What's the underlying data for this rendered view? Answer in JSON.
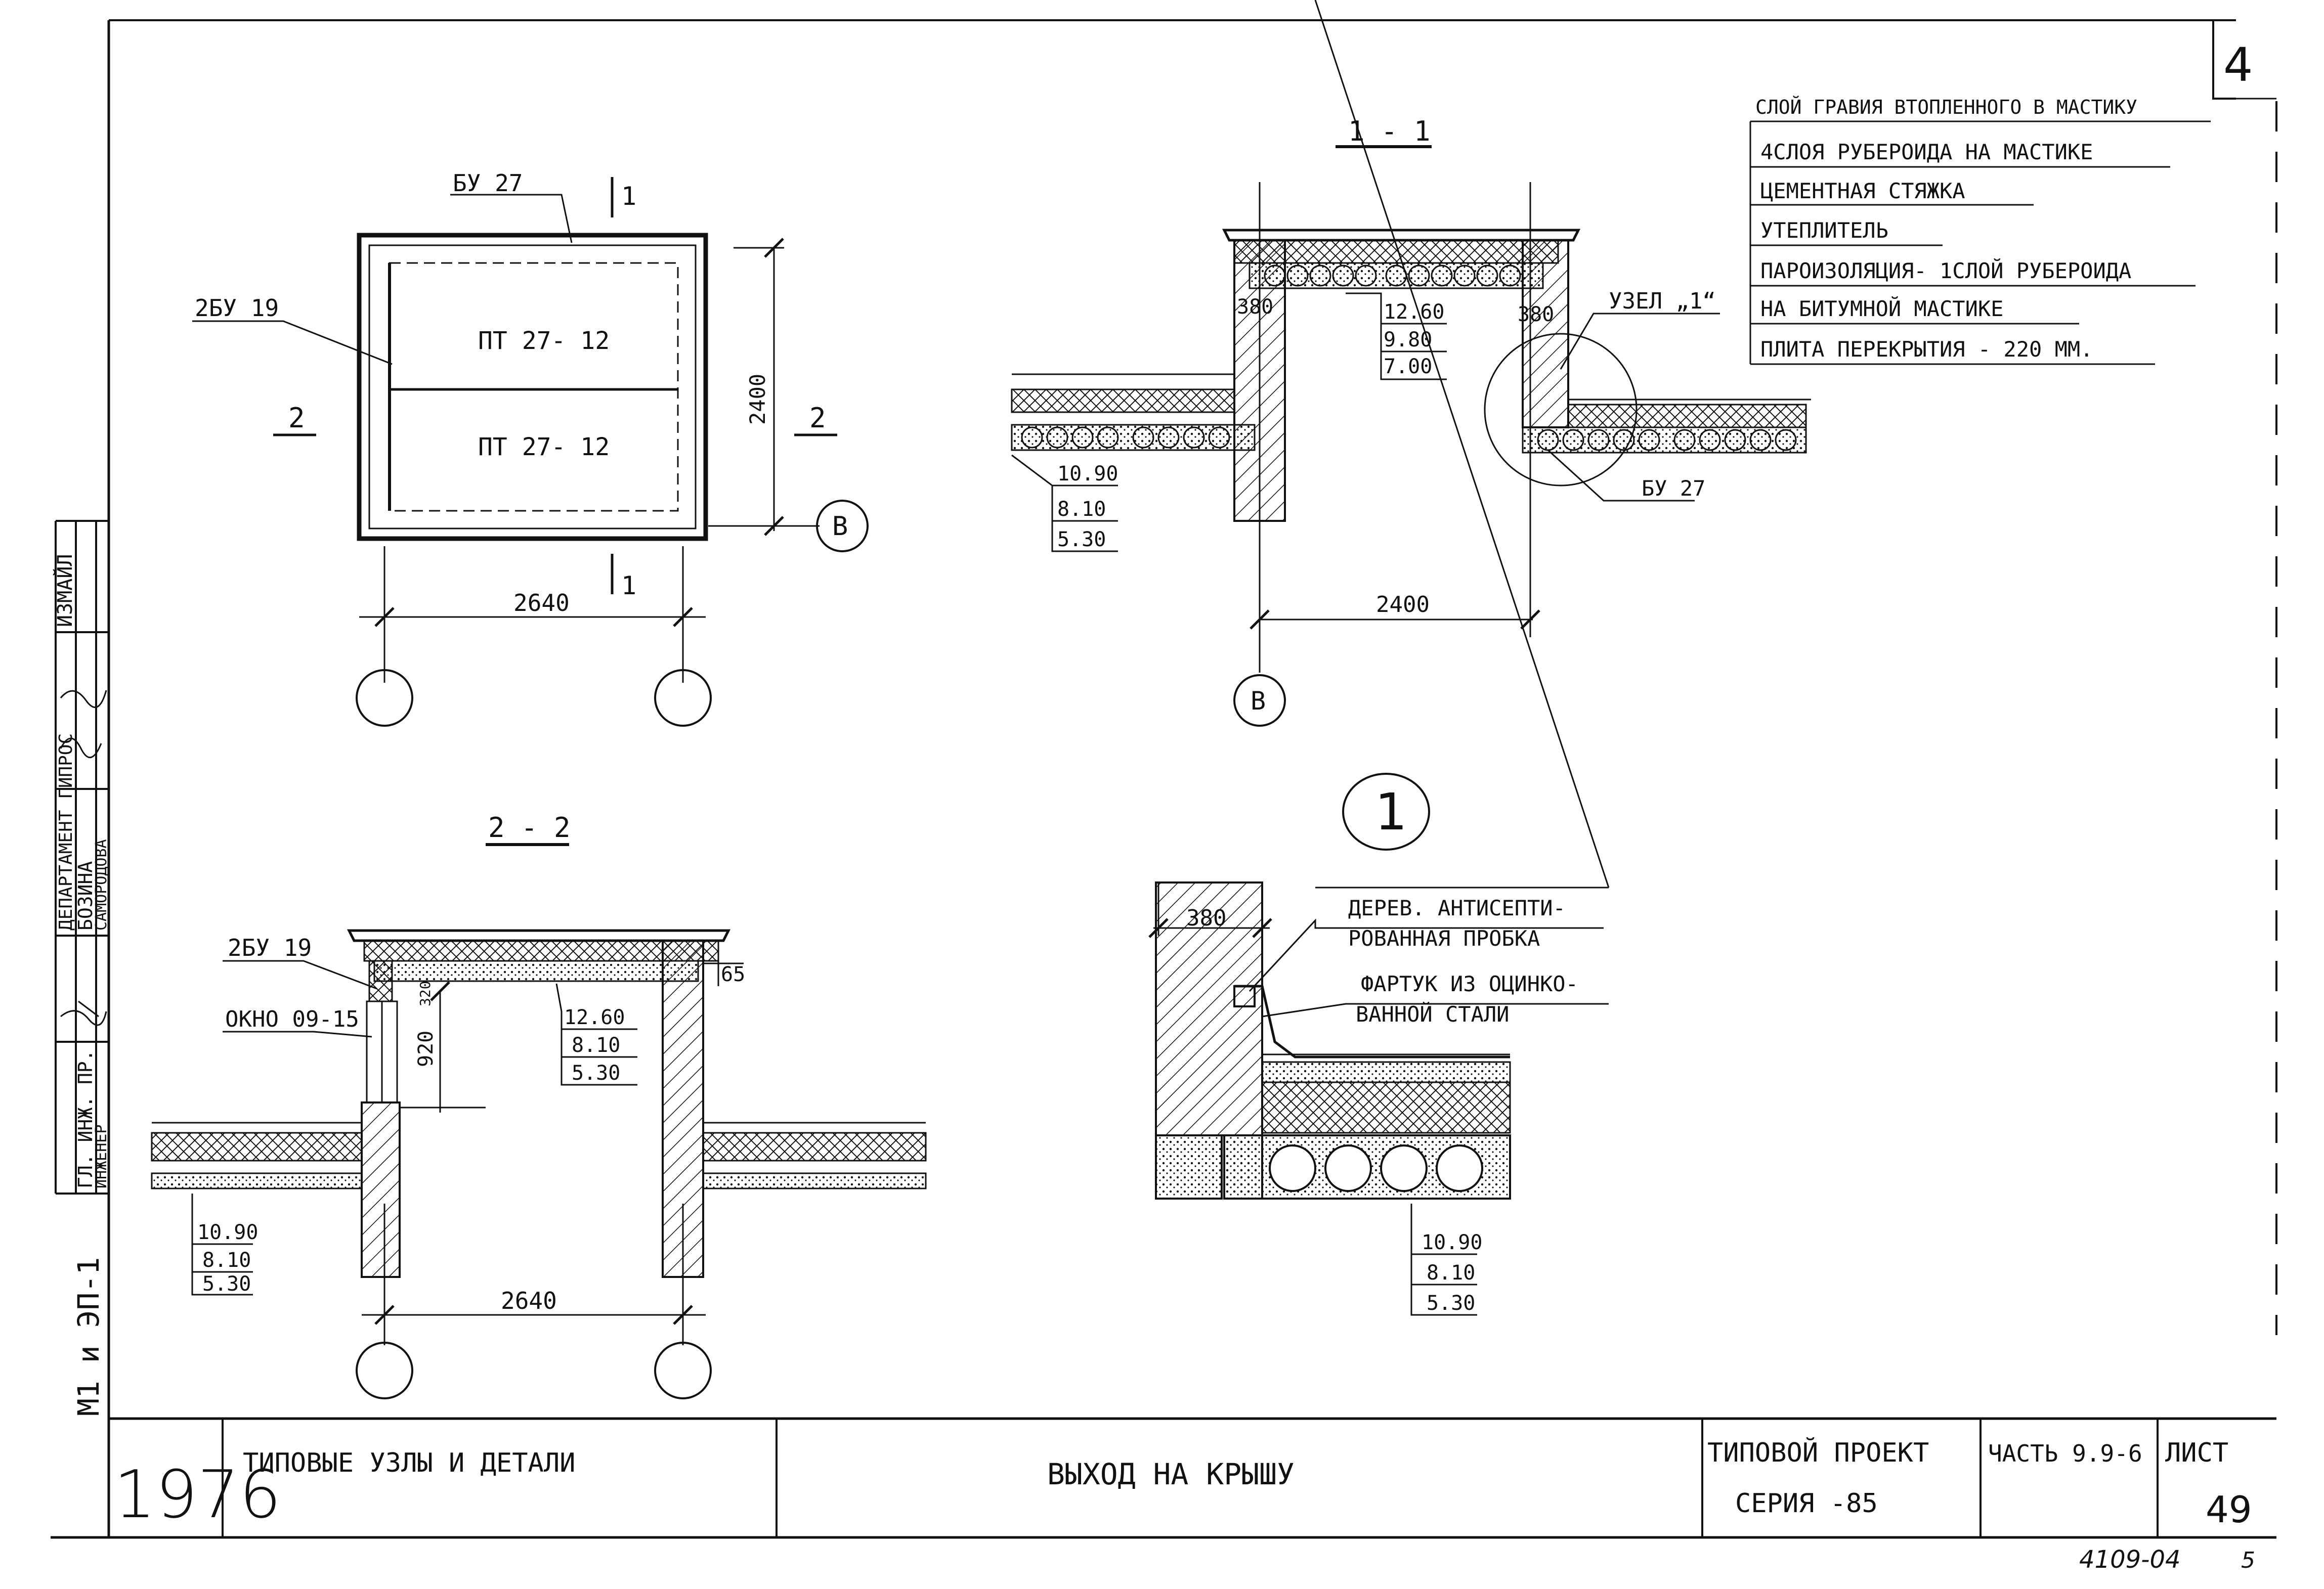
{
  "sheet_number_top": "4",
  "plan": {
    "beam_top": "БУ 27",
    "beam_left": "2БУ 19",
    "slab_1": "ПТ 27- 12",
    "slab_2": "ПТ 27- 12",
    "section_mark_1": "1",
    "section_mark_2": "2",
    "dim_height": "2400",
    "dim_width": "2640",
    "axis_b": "В"
  },
  "section_1_1": {
    "title": "1 - 1",
    "wall_left": "380",
    "wall_right": "380",
    "levels_top": [
      "12.60",
      "9.80",
      "7.00"
    ],
    "levels_bottom": [
      "10.90",
      "8.10",
      "5.30"
    ],
    "node_label": "УЗЕЛ „1“",
    "beam": "БУ 27",
    "dim_width": "2400",
    "axis_b": "В"
  },
  "layers": [
    "СЛОЙ ГРАВИЯ ВТОПЛЕННОГО В МАСТИКУ",
    "4СЛОЯ РУБЕРОИДА НА МАСТИКЕ",
    "ЦЕМЕНТНАЯ СТЯЖКА",
    "УТЕПЛИТЕЛЬ",
    "ПАРОИЗОЛЯЦИЯ- 1СЛОЙ РУБЕРОИДА",
    "НА БИТУМНОЙ МАСТИКЕ",
    "ПЛИТА ПЕРЕКРЫТИЯ - 220 ММ."
  ],
  "section_2_2": {
    "title": "2 - 2",
    "beam": "2БУ 19",
    "window": "ОКНО 09-15",
    "dim_320": "320",
    "dim_920": "920",
    "dim_65": "65",
    "levels_top": [
      "12.60",
      "8.10",
      "5.30"
    ],
    "levels_bottom": [
      "10.90",
      "8.10",
      "5.30"
    ],
    "dim_width": "2640"
  },
  "node_1": {
    "number": "1",
    "wall": "380",
    "note1_line1": "ДЕРЕВ. АНТИСЕПТИ-",
    "note1_line2": "РОВАННАЯ ПРОБКА",
    "note2_line1": "ФАРТУК ИЗ ОЦИНКО-",
    "note2_line2": "ВАННОЙ СТАЛИ",
    "levels": [
      "10.90",
      "8.10",
      "5.30"
    ]
  },
  "side_stamp": {
    "cells": [
      "ИЗМАЙЛ",
      "ДЕПАРТАМЕНТ ГИПРОС",
      "БОЗИНА",
      "САМОРОДОВА",
      "ГЛ. ИНЖ. ПР.",
      "ИНЖЕНЕР"
    ],
    "code": "М1 и ЭП-1"
  },
  "title_block": {
    "year": "1976",
    "category": "ТИПОВЫЕ УЗЛЫ И ДЕТАЛИ",
    "title": "ВЫХОД НА КРЫШУ",
    "project_label": "ТИПОВОЙ ПРОЕКТ",
    "series": "СЕРИЯ -85",
    "part": "ЧАСТЬ 9.9-6",
    "sheet_label": "ЛИСТ",
    "sheet_number": "49"
  },
  "footer": {
    "code": "4109-04",
    "page": "5"
  }
}
